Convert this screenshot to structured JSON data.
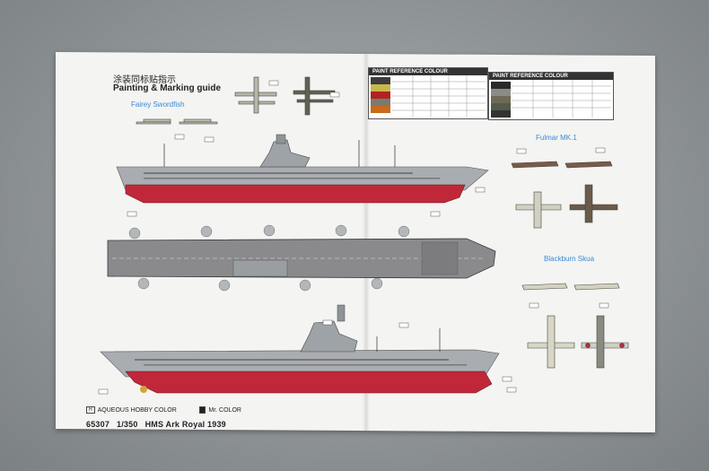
{
  "header": {
    "title_cn": "涂装同标贴指示",
    "title_en": "Painting & Marking guide"
  },
  "aircraft": {
    "swordfish": "Fairey Swordfish",
    "fulmar": "Fulmar MK.1",
    "skua": "Blackburn Skua"
  },
  "paint_table": {
    "left_title": "PAINT REFERENCE COLOUR",
    "right_title": "PAINT REFERENCE COLOUR"
  },
  "legend": {
    "aqueous": "AQUEOUS HOBBY COLOR",
    "aqueous_tag": "H",
    "mrcolor": "Mr. COLOR"
  },
  "footer": {
    "code": "65307",
    "scale": "1/350",
    "name": "HMS Ark Royal 1939"
  },
  "colors": {
    "hull_grey": "#a9adb1",
    "hull_red": "#c0283a",
    "deck": "#8a8a8d",
    "sheet": "#f4f4f2",
    "accent_blue": "#3a8ad6"
  }
}
